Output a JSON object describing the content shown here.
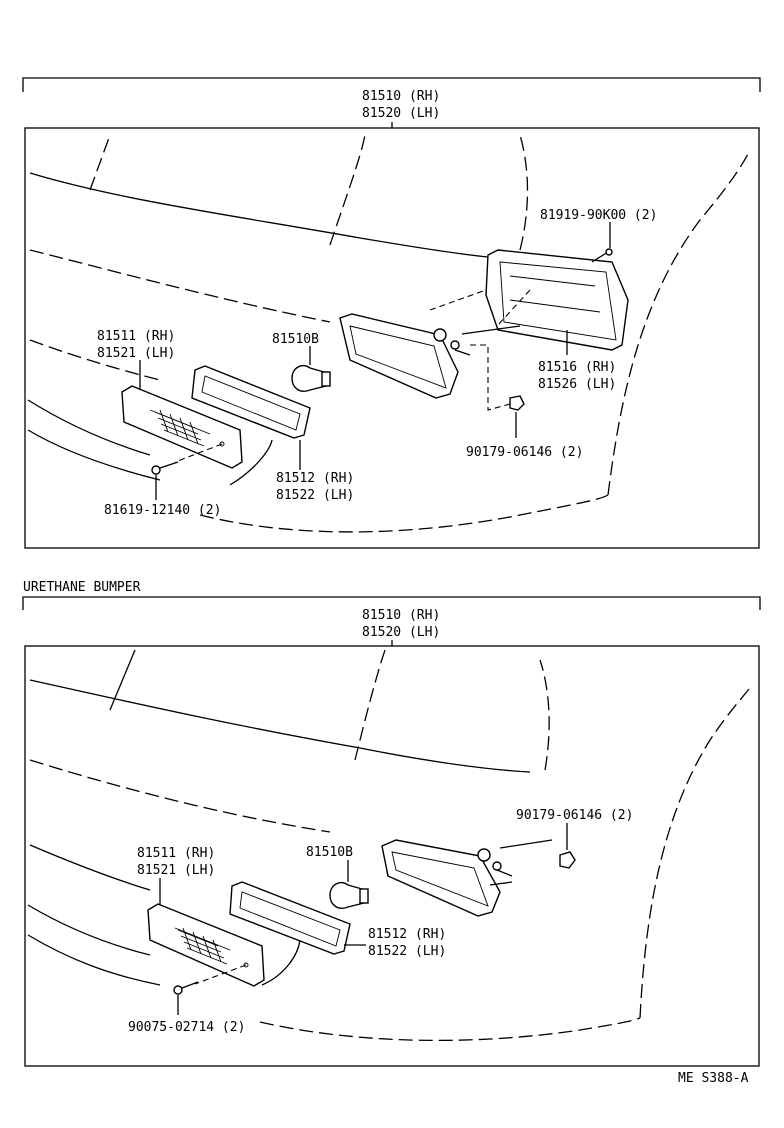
{
  "top": {
    "main_label": [
      "81510 (RH)",
      "81520 (LH)"
    ],
    "screw_top": "81919-90K00 (2)",
    "housing": [
      "81516 (RH)",
      "81526 (LH)"
    ],
    "clip": "90179-06146 (2)",
    "lens": [
      "81511 (RH)",
      "81521 (LH)"
    ],
    "bulb": "81510B",
    "gasket": [
      "81512 (RH)",
      "81522 (LH)"
    ],
    "screw_bottom": "81619-12140 (2)"
  },
  "section_title": "URETHANE BUMPER",
  "bottom": {
    "main_label": [
      "81510 (RH)",
      "81520 (LH)"
    ],
    "clip": "90179-06146 (2)",
    "lens": [
      "81511 (RH)",
      "81521 (LH)"
    ],
    "bulb": "81510B",
    "gasket": [
      "81512 (RH)",
      "81522 (LH)"
    ],
    "screw_bottom": "90075-02714 (2)"
  },
  "footer_code": "ME S388-A"
}
